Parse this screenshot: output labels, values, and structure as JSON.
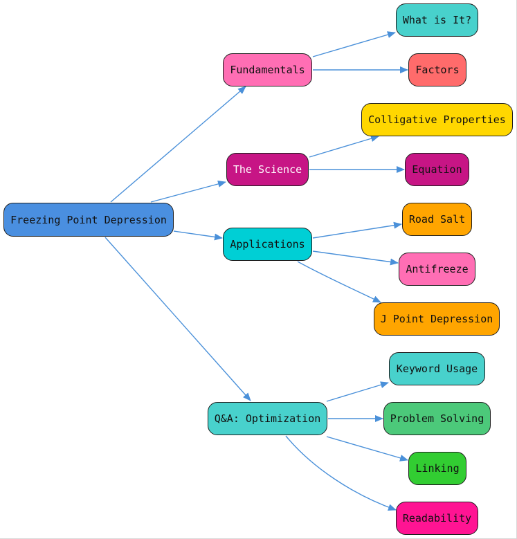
{
  "diagram": {
    "edge_color": "#4a90d9",
    "nodes": [
      {
        "id": "root",
        "label": "Freezing Point Depression",
        "fill": "#4a8fe0",
        "text_color": "#111111"
      },
      {
        "id": "fundamentals",
        "label": "Fundamentals",
        "fill": "#ff6eb4",
        "text_color": "#111111"
      },
      {
        "id": "science",
        "label": "The Science",
        "fill": "#c71585",
        "text_color": "#ffffff"
      },
      {
        "id": "applications",
        "label": "Applications",
        "fill": "#00cfd5",
        "text_color": "#111111"
      },
      {
        "id": "qa",
        "label": "Q&A: Optimization",
        "fill": "#48d1cc",
        "text_color": "#111111"
      },
      {
        "id": "whatis",
        "label": "What is It?",
        "fill": "#48d1cc",
        "text_color": "#111111"
      },
      {
        "id": "factors",
        "label": "Factors",
        "fill": "#ff6b6b",
        "text_color": "#111111"
      },
      {
        "id": "colligative",
        "label": "Colligative Properties",
        "fill": "#ffd700",
        "text_color": "#111111"
      },
      {
        "id": "equation",
        "label": "Equation",
        "fill": "#c71585",
        "text_color": "#111111"
      },
      {
        "id": "roadsalt",
        "label": "Road Salt",
        "fill": "#ffa500",
        "text_color": "#111111"
      },
      {
        "id": "antifreeze",
        "label": "Antifreeze",
        "fill": "#ff6eb4",
        "text_color": "#111111"
      },
      {
        "id": "jpoint",
        "label": "J Point Depression",
        "fill": "#ffa500",
        "text_color": "#111111"
      },
      {
        "id": "keyword",
        "label": "Keyword Usage",
        "fill": "#48d1cc",
        "text_color": "#111111"
      },
      {
        "id": "problem",
        "label": "Problem Solving",
        "fill": "#4cc97a",
        "text_color": "#111111"
      },
      {
        "id": "linking",
        "label": "Linking",
        "fill": "#32cd32",
        "text_color": "#111111"
      },
      {
        "id": "readability",
        "label": "Readability",
        "fill": "#ff1493",
        "text_color": "#111111"
      }
    ],
    "edges": [
      {
        "from": "root",
        "to": "fundamentals"
      },
      {
        "from": "root",
        "to": "science"
      },
      {
        "from": "root",
        "to": "applications"
      },
      {
        "from": "root",
        "to": "qa"
      },
      {
        "from": "fundamentals",
        "to": "whatis"
      },
      {
        "from": "fundamentals",
        "to": "factors"
      },
      {
        "from": "science",
        "to": "colligative"
      },
      {
        "from": "science",
        "to": "equation"
      },
      {
        "from": "applications",
        "to": "roadsalt"
      },
      {
        "from": "applications",
        "to": "antifreeze"
      },
      {
        "from": "applications",
        "to": "jpoint"
      },
      {
        "from": "qa",
        "to": "keyword"
      },
      {
        "from": "qa",
        "to": "problem"
      },
      {
        "from": "qa",
        "to": "linking"
      },
      {
        "from": "qa",
        "to": "readability"
      }
    ]
  }
}
